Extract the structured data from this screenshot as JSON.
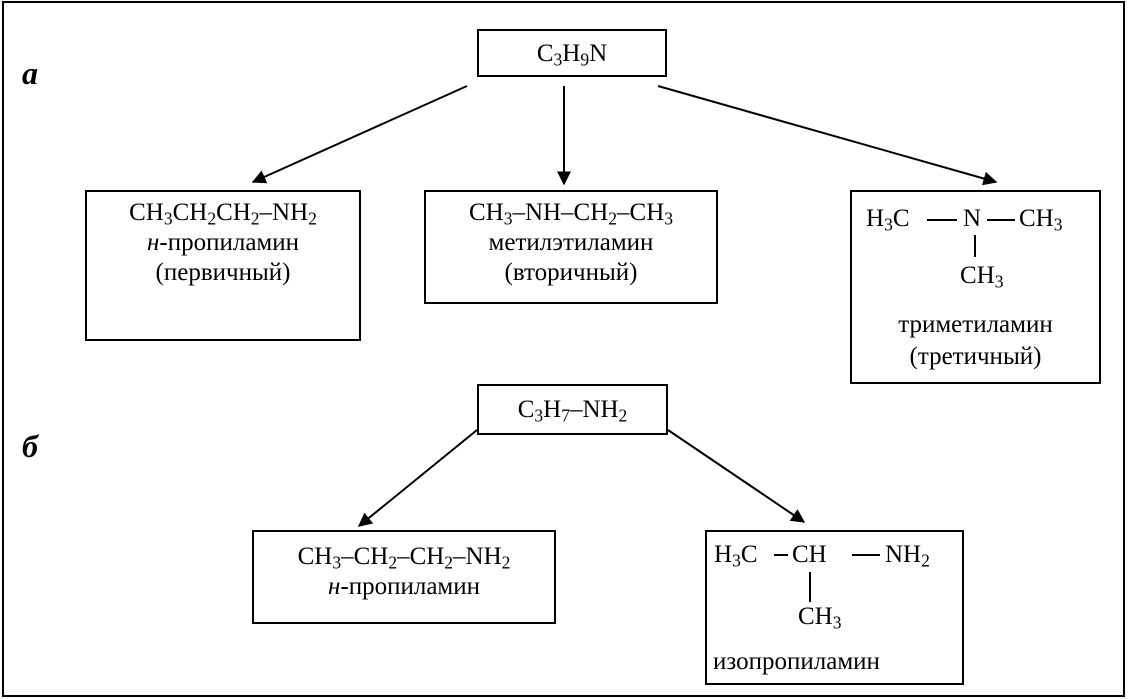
{
  "section_a": {
    "label": "а",
    "root": {
      "c": "C",
      "c_sub": "3",
      "h": "H",
      "h_sub": "9",
      "n": "N"
    },
    "primary": {
      "formula": [
        "CH",
        "3",
        "CH",
        "2",
        "CH",
        "2",
        "–NH",
        "2"
      ],
      "name_prefix": "н",
      "name_rest": "-пропиламин",
      "class": "(первичный)"
    },
    "secondary": {
      "formula": [
        "CH",
        "3",
        "–NH–CH",
        "2",
        "–CH",
        "3"
      ],
      "name": "метилэтиламин",
      "class": "(вторичный)"
    },
    "tertiary": {
      "left": "H",
      "left_sub": "3",
      "left_c": "C",
      "center": "N",
      "right": "CH",
      "right_sub": "3",
      "down": "CH",
      "down_sub": "3",
      "name": "триметиламин",
      "class": "(третичный)"
    }
  },
  "section_b": {
    "label": "б",
    "root": [
      "C",
      "3",
      "H",
      "7",
      "–NH",
      "2"
    ],
    "normal": {
      "formula": [
        "CH",
        "3",
        "–CH",
        "2",
        "–CH",
        "2",
        "–NH",
        "2"
      ],
      "name_prefix": "н",
      "name_rest": "-пропиламин"
    },
    "iso": {
      "left": "H",
      "left_sub": "3",
      "left_c": "C",
      "center": "CH",
      "right": "NH",
      "right_sub": "2",
      "down": "CH",
      "down_sub": "3",
      "name": "изопропиламин"
    }
  }
}
